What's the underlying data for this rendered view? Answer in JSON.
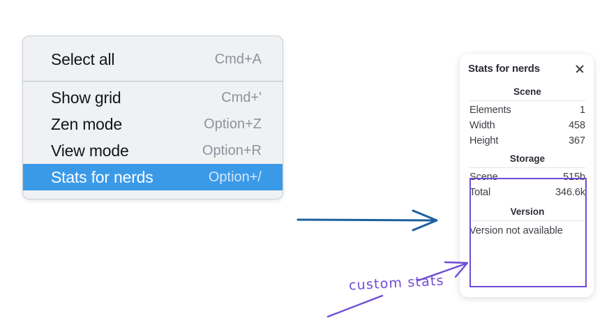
{
  "context_menu": {
    "name": "canvas-context-menu",
    "sections": [
      {
        "items": [
          {
            "label": "Select all",
            "shortcut": "Cmd+A",
            "selected": false
          }
        ]
      },
      {
        "items": [
          {
            "label": "Show grid",
            "shortcut": "Cmd+'",
            "selected": false
          },
          {
            "label": "Zen mode",
            "shortcut": "Option+Z",
            "selected": false
          },
          {
            "label": "View mode",
            "shortcut": "Option+R",
            "selected": false
          },
          {
            "label": "Stats for nerds",
            "shortcut": "Option+/",
            "selected": true
          }
        ]
      }
    ]
  },
  "stats_panel": {
    "title": "Stats for nerds",
    "close_icon": "close-icon",
    "scene": {
      "heading": "Scene",
      "rows": [
        {
          "key": "Elements",
          "value": "1"
        },
        {
          "key": "Width",
          "value": "458"
        },
        {
          "key": "Height",
          "value": "367"
        }
      ]
    },
    "storage": {
      "heading": "Storage",
      "rows": [
        {
          "key": "Scene",
          "value": "515b"
        },
        {
          "key": "Total",
          "value": "346.6k"
        }
      ]
    },
    "version": {
      "heading": "Version",
      "text": "Version not available"
    }
  },
  "annotations": {
    "custom_stats_label": "custom stats",
    "arrow_blue_color": "#1b5f9e",
    "arrow_purple_color": "#6d4cd6",
    "highlight_color": "#6d4cd6",
    "selection_color": "#3b9ae8"
  }
}
